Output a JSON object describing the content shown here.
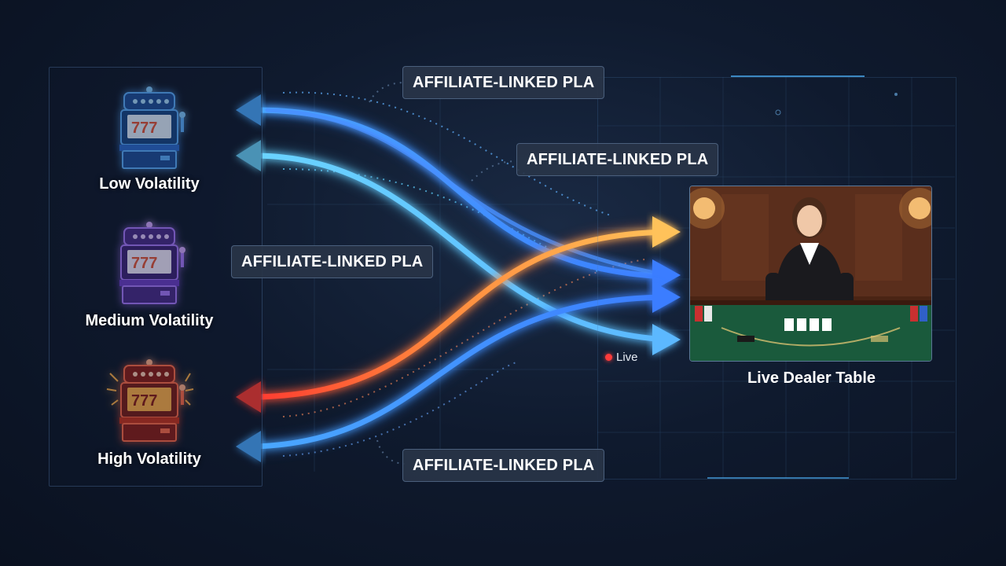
{
  "machines": [
    {
      "label": "Low Volatility",
      "accent": "#3aa0ff"
    },
    {
      "label": "Medium Volatility",
      "accent": "#9b5cff"
    },
    {
      "label": "High Volatility",
      "accent": "#ff4a3a"
    }
  ],
  "tags": [
    {
      "text": "AFFILIATE-LINKED PLA"
    },
    {
      "text": "AFFILIATE-LINKED PLA"
    },
    {
      "text": "AFFILIATE-LINKED PLA"
    },
    {
      "text": "AFFILIATE-LINKED PLA"
    }
  ],
  "dealer": {
    "label": "Live Dealer Table",
    "live_text": "Live"
  },
  "icons": [
    "slot-machine-icon",
    "live-dot-icon",
    "dealer-photo"
  ],
  "colors": {
    "blue": "#3a8dff",
    "cyan": "#5fd0ff",
    "orange": "#ffb347",
    "red": "#ff3b30",
    "background": "#0f1a2e"
  }
}
